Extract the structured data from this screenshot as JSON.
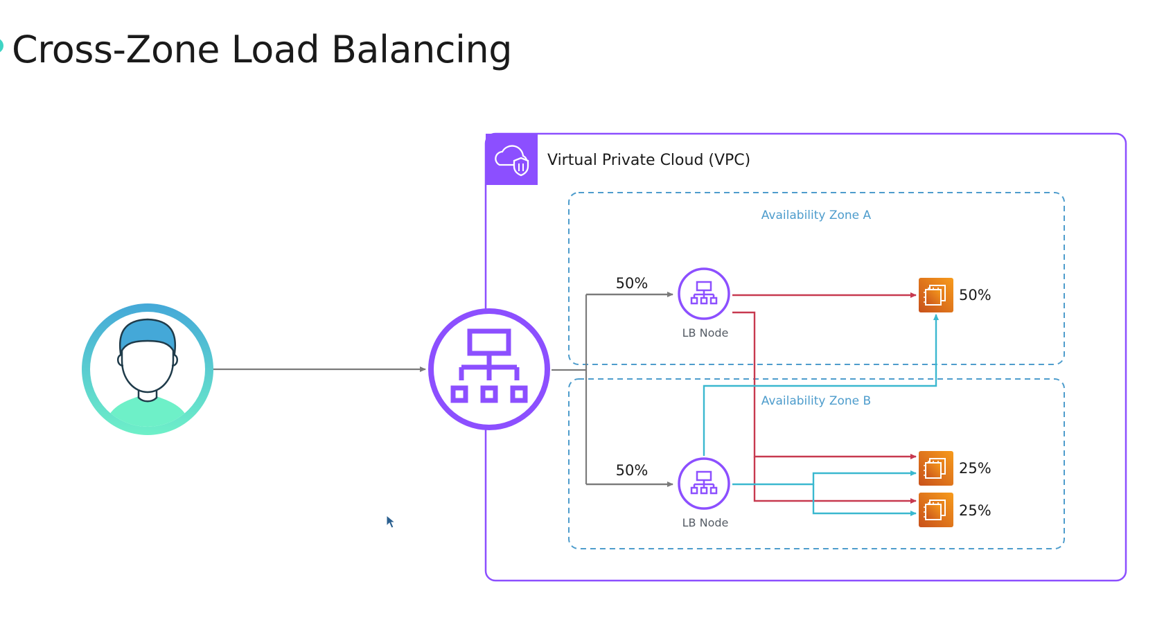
{
  "title": "Cross-Zone Load Balancing",
  "vpc": {
    "label": "Virtual Private Cloud (VPC)",
    "icon": "vpc-cloud-shield-icon",
    "color": "#8c4fff"
  },
  "zones": [
    {
      "label": "Availability Zone A",
      "color": "#4d9ccc"
    },
    {
      "label": "Availability Zone B",
      "color": "#4d9ccc"
    }
  ],
  "user": {
    "icon": "user-avatar-icon"
  },
  "load_balancer": {
    "icon": "load-balancer-icon",
    "color": "#8c4fff"
  },
  "lb_nodes": [
    {
      "label": "LB Node",
      "incoming_share": "50%"
    },
    {
      "label": "LB Node",
      "incoming_share": "50%"
    }
  ],
  "instances": [
    {
      "icon": "ec2-instance-icon",
      "share": "50%"
    },
    {
      "icon": "ec2-instance-icon",
      "share": "25%"
    },
    {
      "icon": "ec2-instance-icon",
      "share": "25%"
    }
  ],
  "colors": {
    "node_a_traffic": "#c7394f",
    "node_b_traffic": "#3ab8cf",
    "client_traffic": "#7a7a7a",
    "ec2": "#e8720c"
  }
}
